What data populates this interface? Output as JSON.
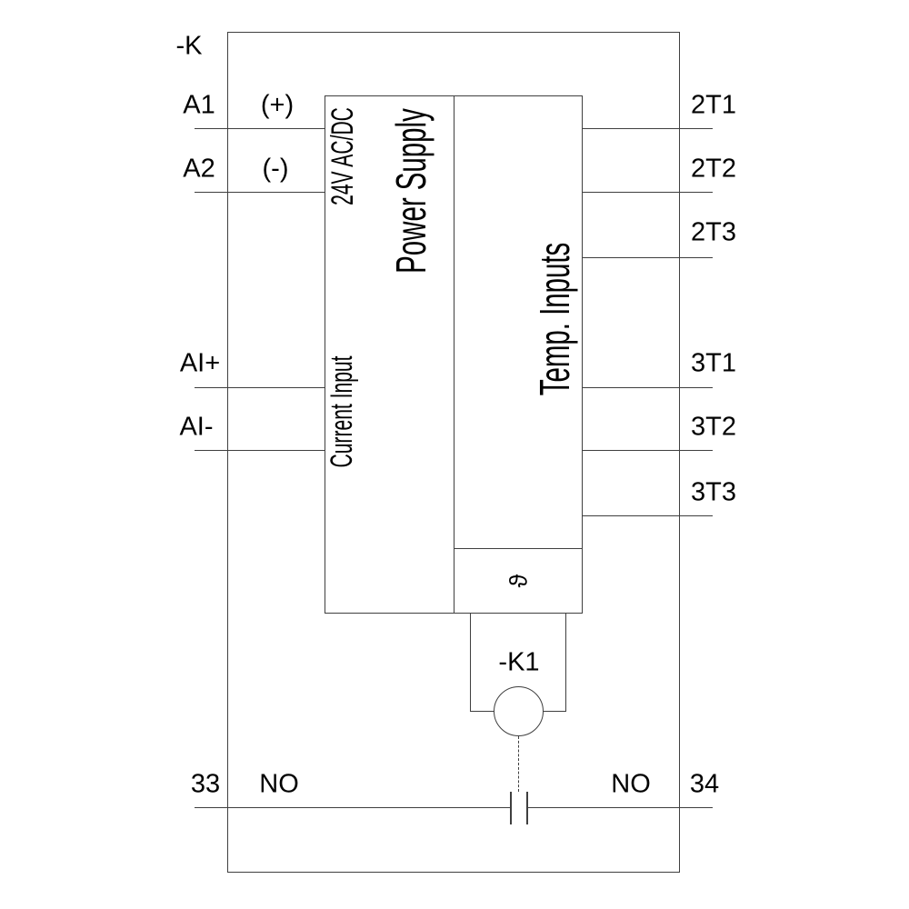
{
  "device": {
    "label": "-K",
    "coil_label": "-K1",
    "theta_symbol": "ϑ"
  },
  "blocks": {
    "power_supply": {
      "rating": "24V AC/DC",
      "title": "Power Supply",
      "analog_section": "Current Input"
    },
    "temp_inputs": {
      "title": "Temp. Inputs"
    }
  },
  "terminals": {
    "left": [
      {
        "id": "A1",
        "polarity": "(+)"
      },
      {
        "id": "A2",
        "polarity": "(-)"
      },
      {
        "id": "AI+",
        "polarity": ""
      },
      {
        "id": "AI-",
        "polarity": ""
      }
    ],
    "right": [
      {
        "id": "2T1"
      },
      {
        "id": "2T2"
      },
      {
        "id": "2T3"
      },
      {
        "id": "3T1"
      },
      {
        "id": "3T2"
      },
      {
        "id": "3T3"
      }
    ],
    "bottom": {
      "left_id": "33",
      "left_contact": "NO",
      "right_contact": "NO",
      "right_id": "34"
    }
  },
  "colors": {
    "line": "#3f3f3f",
    "text": "#000000",
    "background": "#ffffff"
  }
}
